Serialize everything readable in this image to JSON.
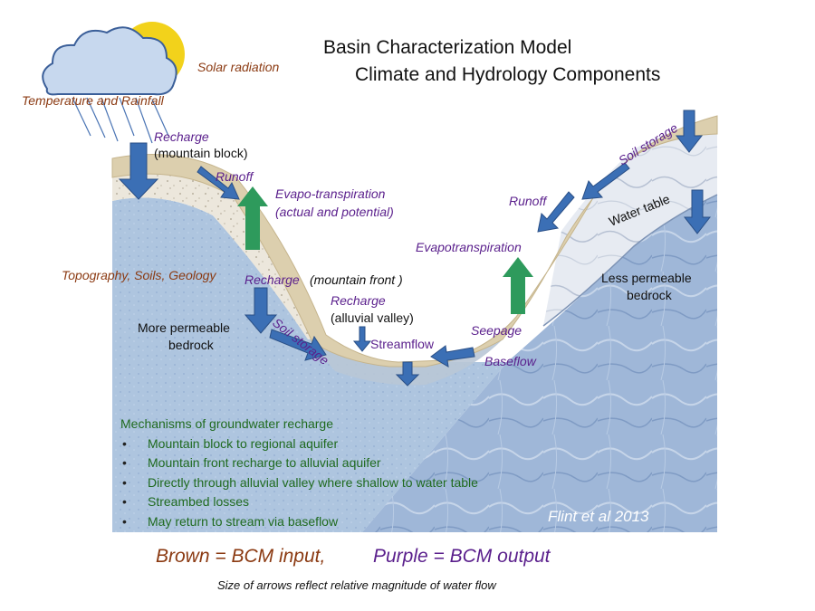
{
  "title": {
    "line1": "Basin Characterization Model",
    "line2": "Climate and Hydrology Components"
  },
  "inputs": {
    "solar_radiation": "Solar radiation",
    "temperature_rainfall": "Temperature and Rainfall",
    "topography_soils_geology": "Topography,  Soils, Geology"
  },
  "outputs": {
    "recharge_block_label": "Recharge",
    "recharge_block_note": "(mountain block)",
    "runoff_left": "Runoff",
    "evapo_transpiration_line1": "Evapo-transpiration",
    "evapo_transpiration_line2": "(actual and potential)",
    "recharge_front_label": "Recharge",
    "recharge_front_note": "(mountain front )",
    "recharge_valley_label": "Recharge",
    "recharge_valley_note": "(alluvial valley)",
    "soil_storage_left": "Soil storage",
    "streamflow": "Streamflow",
    "seepage": "Seepage",
    "baseflow": "Baseflow",
    "evapotranspiration_right": "Evapotranspiration",
    "runoff_right": "Runoff",
    "soil_storage_right": "Soil storage"
  },
  "labels": {
    "water_table": "Water table",
    "more_permeable_line1": "More permeable",
    "more_permeable_line2": "bedrock",
    "less_permeable_line1": "Less permeable",
    "less_permeable_line2": "bedrock"
  },
  "mechanisms": {
    "heading": "Mechanisms of groundwater recharge",
    "items": [
      "Mountain block to regional aquifer",
      "Mountain front recharge to alluvial aquifer",
      "Directly through alluvial valley where shallow to water table",
      "Streambed losses",
      "May return to stream via baseflow"
    ]
  },
  "credit": "Flint et al 2013",
  "legend": {
    "input": "Brown = BCM input,",
    "output": "Purple = BCM output"
  },
  "note": "Size of arrows reflect relative magnitude of water flow",
  "colors": {
    "input_text": "#8b3a12",
    "output_text": "#5a1f8c",
    "mechanism_text": "#1f6a1f",
    "arrow_blue": "#3b6fb5",
    "arrow_green": "#2e9a5c",
    "soil": "#ddd0b0",
    "bedrock_left": "#a9c2de",
    "bedrock_right": "#9db6d8"
  }
}
